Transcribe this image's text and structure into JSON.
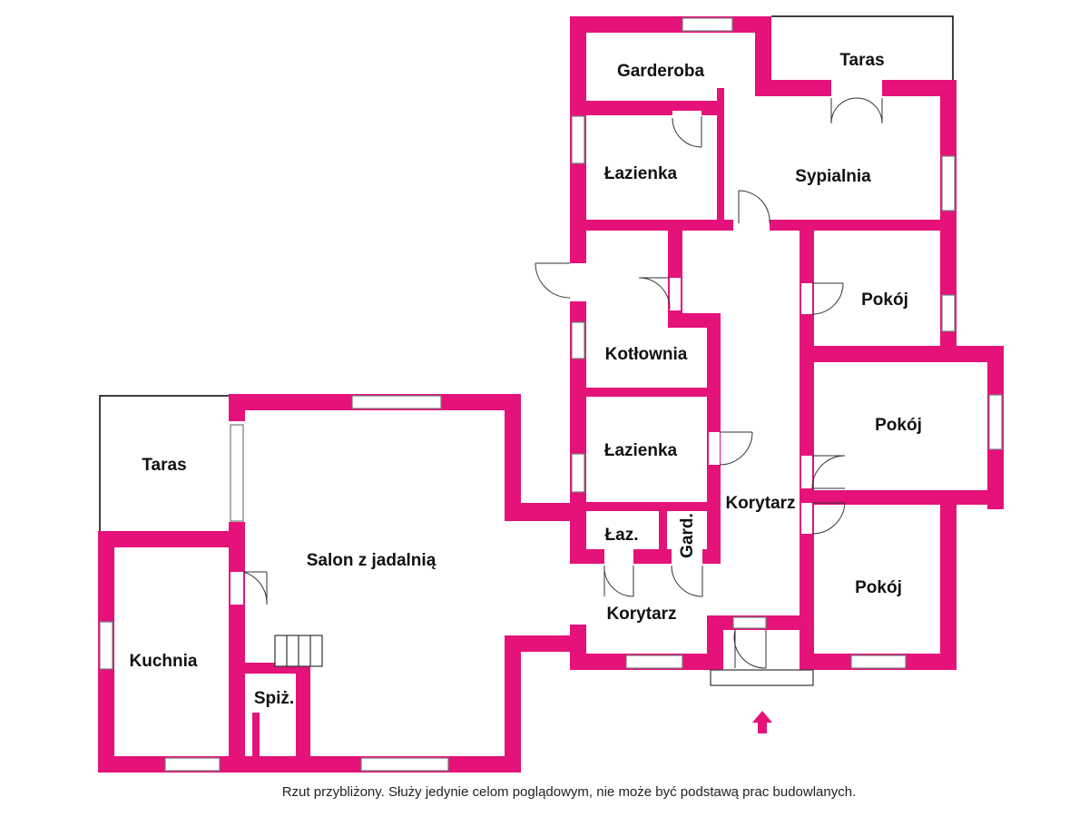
{
  "colors": {
    "wall": "#e5127a",
    "outline": "#000000",
    "window": "#ffffff",
    "entrance_arrow": "#e5127a"
  },
  "rooms": {
    "garderoba": "Garderoba",
    "taras_top": "Taras",
    "lazienka_top": "Łazienka",
    "sypialnia": "Sypialnia",
    "kotlownia": "Kotłownia",
    "pokoj_1": "Pokój",
    "pokoj_2": "Pokój",
    "pokoj_3": "Pokój",
    "lazienka_mid": "Łazienka",
    "korytarz_main": "Korytarz",
    "laz": "Łaz.",
    "gard": "Gard.",
    "korytarz_lower": "Korytarz",
    "taras_left": "Taras",
    "salon": "Salon z jadalnią",
    "kuchnia": "Kuchnia",
    "spiz": "Spiż."
  },
  "icons": {
    "entrance": "entrance-arrow-icon",
    "stairs": "stairs-icon"
  },
  "disclaimer": "Rzut przybliżony. Służy jedynie celom poglądowym, nie może być podstawą prac budowlanych."
}
